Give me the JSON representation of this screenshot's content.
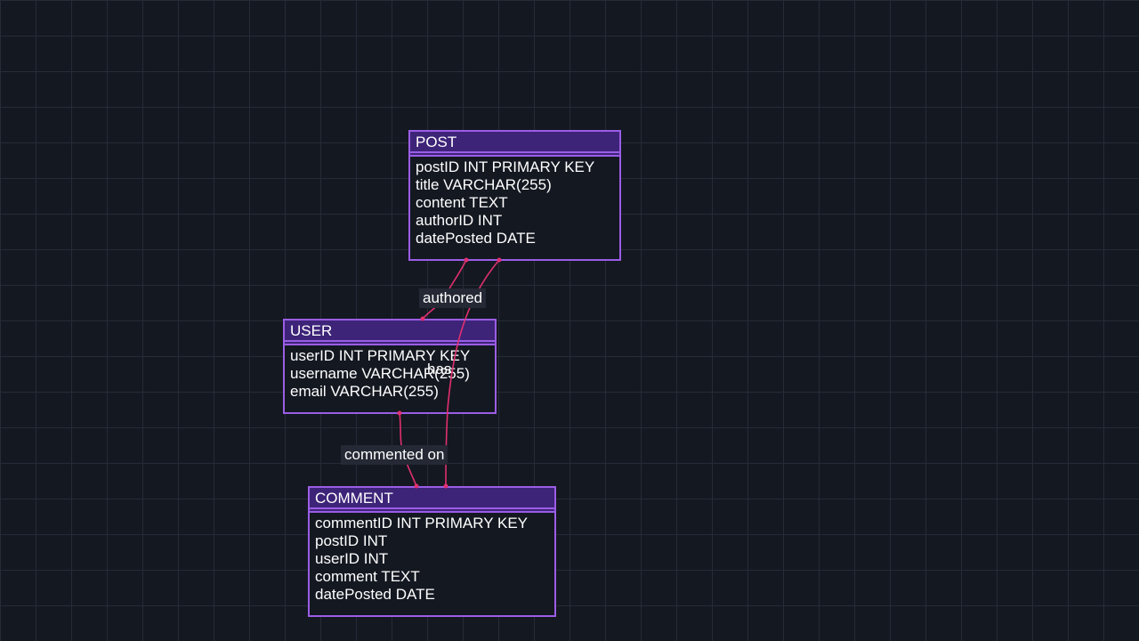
{
  "diagram": {
    "accent_color": "#9b5de5",
    "header_color": "#3d2478",
    "edge_color": "#e0306f",
    "entities": {
      "post": {
        "title": "POST",
        "fields": [
          "postID INT PRIMARY KEY",
          "title VARCHAR(255)",
          "content TEXT",
          "authorID INT",
          "datePosted DATE"
        ]
      },
      "user": {
        "title": "USER",
        "fields": [
          "userID INT PRIMARY KEY",
          "username VARCHAR(255)",
          "email VARCHAR(255)"
        ]
      },
      "comment": {
        "title": "COMMENT",
        "fields": [
          "commentID INT PRIMARY KEY",
          "postID INT",
          "userID INT",
          "comment TEXT",
          "datePosted DATE"
        ]
      }
    },
    "relationships": {
      "authored": "authored",
      "has": "has",
      "commented_on": "commented on"
    }
  }
}
